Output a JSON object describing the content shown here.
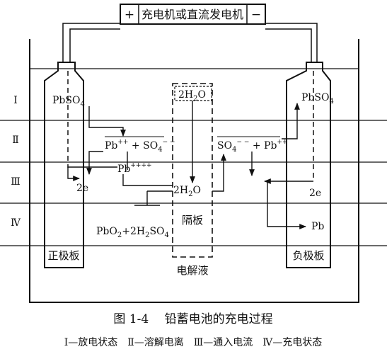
{
  "source": {
    "label": "充电机或直流发电机",
    "plus": "+",
    "minus": "−"
  },
  "levels": [
    "Ⅰ",
    "Ⅱ",
    "Ⅲ",
    "Ⅳ"
  ],
  "left_plate": {
    "label": "正极板",
    "pbso4_main": "PbSO",
    "pbso4_sub": "4",
    "ion_pb": "Pb",
    "ion_pb_sup": "++",
    "ion_plus": " + SO",
    "ion_so4_sub": "4",
    "ion_so4_sup": "− −",
    "pb4": "Pb",
    "pb4_sup": "++++",
    "electron": "2e",
    "product_a": "PbO",
    "product_a_sub": "2",
    "product_b": "+2H",
    "product_b_sub": "2",
    "product_c": "SO",
    "product_c_sub": "4"
  },
  "separator": {
    "label": "隔板",
    "water_top_a": "2H",
    "water_top_sub": "2",
    "water_top_b": "O",
    "water_mid_a": "2H",
    "water_mid_sub": "2",
    "water_mid_b": "O"
  },
  "right_plate": {
    "label": "负极板",
    "pbso4_main": "PbSO",
    "pbso4_sub": "4",
    "ion_so4": "SO",
    "ion_so4_sub": "4",
    "ion_so4_sup": "− −",
    "ion_plus": " + Pb",
    "ion_pb_sup": "++",
    "electron": "2e",
    "product": "Pb"
  },
  "electrolyte_label": "电解液",
  "caption": {
    "title": "图 1-4　 铅蓄电池的充电过程",
    "legend": "Ⅰ—放电状态　Ⅱ—溶解电离　Ⅲ—通入电流　Ⅳ—充电状态"
  }
}
